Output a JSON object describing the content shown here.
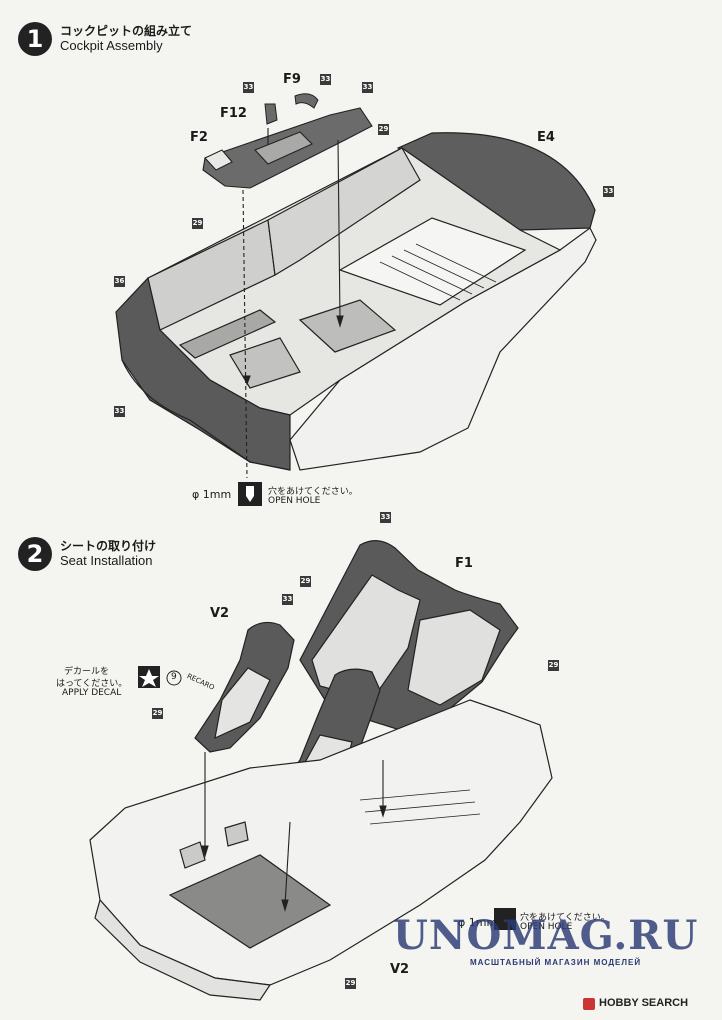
{
  "step1": {
    "number": "1",
    "title_jp": "コックピットの組み立て",
    "title_en": "Cockpit Assembly",
    "parts": {
      "f9": "F9",
      "f12": "F12",
      "f2": "F2",
      "e4": "E4"
    },
    "colors": {
      "c33": "33",
      "c29": "29",
      "c36": "36"
    },
    "hole": {
      "size": "φ 1mm",
      "text_jp": "穴をあけてください。",
      "text_en": "OPEN HOLE"
    }
  },
  "step2": {
    "number": "2",
    "title_jp": "シートの取り付け",
    "title_en": "Seat Installation",
    "parts": {
      "v2": "V2",
      "f1": "F1"
    },
    "colors": {
      "c33": "33",
      "c29": "29"
    },
    "decal": {
      "text_jp_1": "デカールを",
      "text_jp_2": "はってください。",
      "text_en": "APPLY DECAL",
      "number": "9",
      "brand": "RECARO"
    },
    "hole": {
      "size": "φ 1mm",
      "text_jp": "穴をあけてください。",
      "text_en": "OPEN HOLE"
    }
  },
  "watermark": {
    "main": "UNOMAG.RU",
    "sub": "МАСШТАБНЫЙ МАГАЗИН МОДЕЛЕЙ"
  },
  "footer": {
    "brand": "HOBBY SEARCH"
  },
  "colors": {
    "dark_gray": "#5a5a5a",
    "light_gray": "#d8d8d6",
    "watermark_blue": "#2b3a74"
  }
}
